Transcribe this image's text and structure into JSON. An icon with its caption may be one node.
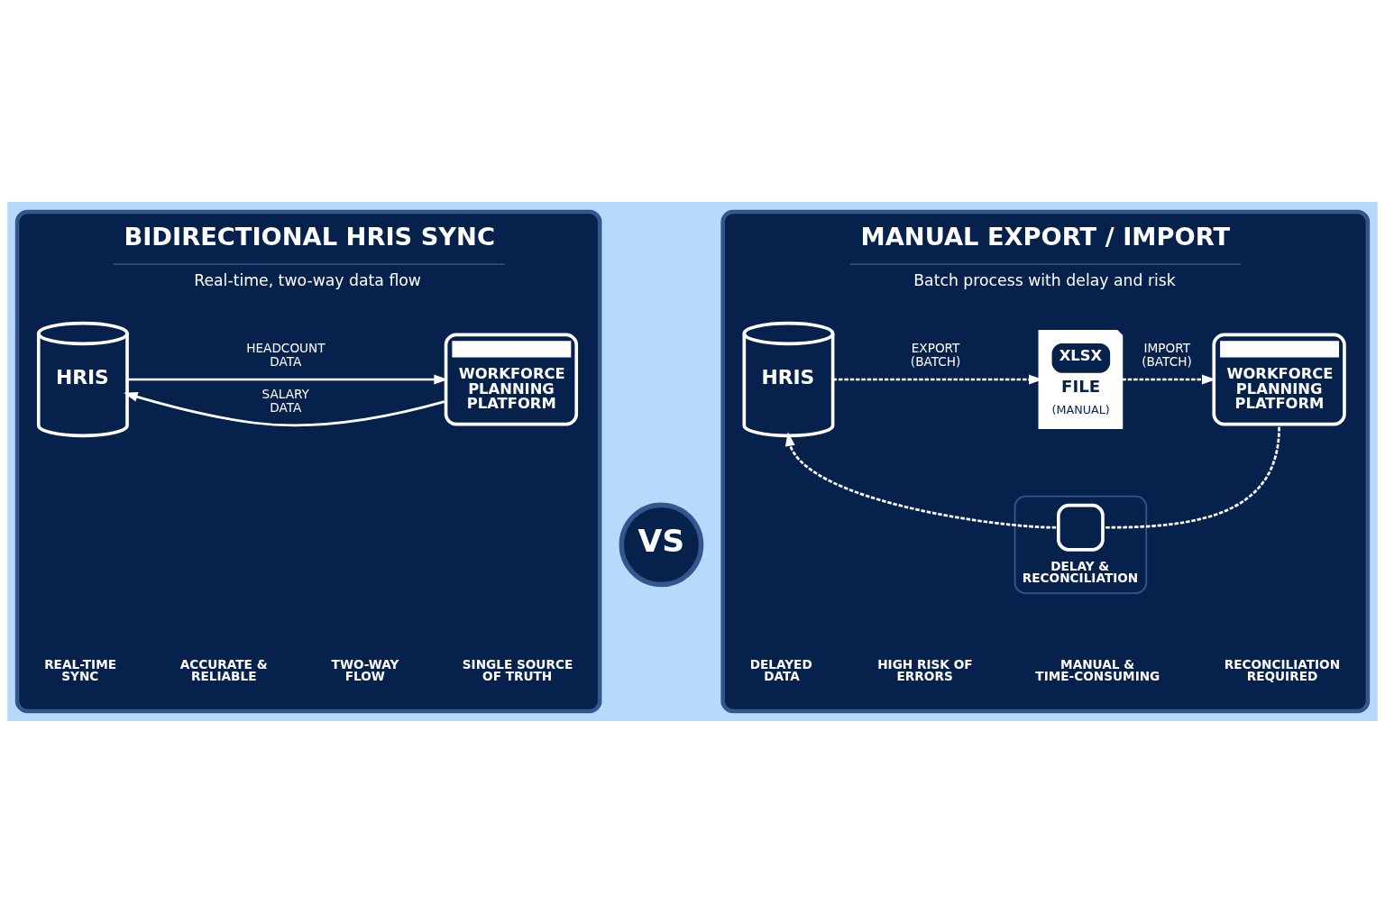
{
  "diagram": {
    "nodes": [
      {
        "text": [
          "BIDIRECTIONAL HRIS SYNC",
          "Real-time, two-way data flow"
        ]
      },
      {
        "text": [
          "HRIS"
        ],
        "in": 0
      },
      {
        "text": [
          "WORKFORCE PLANNING PLATFORM"
        ],
        "in": 0
      },
      {
        "text": [
          "REAL-TIME SYNC"
        ],
        "in": 0
      },
      {
        "text": [
          "ACCURATE & RELIABLE"
        ],
        "in": 0
      },
      {
        "text": [
          "TWO-WAY FLOW"
        ],
        "in": 0
      },
      {
        "text": [
          "SINGLE SOURCE OF TRUTH"
        ],
        "in": 0
      },
      {
        "text": [
          "VS"
        ]
      },
      {
        "text": [
          "MANUAL EXPORT / IMPORT",
          "Batch process with delay and risk"
        ]
      },
      {
        "text": [
          "HRIS"
        ],
        "in": 8
      },
      {
        "text": [
          "XLSX",
          "FILE",
          "(MANUAL)"
        ],
        "in": 8
      },
      {
        "text": [
          "WORKFORCE PLANNING PLATFORM"
        ],
        "in": 8
      },
      {
        "text": [
          "DELAY & RECONCILIATION"
        ],
        "in": 8
      },
      {
        "text": [
          "DELAYED DATA"
        ],
        "in": 8
      },
      {
        "text": [
          "HIGH RISK OF ERRORS"
        ],
        "in": 8
      },
      {
        "text": [
          "MANUAL & TIME-CONSUMING"
        ],
        "in": 8
      },
      {
        "text": [
          "RECONCILIATION REQUIRED"
        ],
        "in": 8
      }
    ],
    "edges": [
      {
        "from": 1,
        "to": 2,
        "arrow": "to",
        "label": "HEADCOUNT DATA"
      },
      {
        "from": 2,
        "to": 1,
        "arrow": "to",
        "label": "SALARY DATA"
      },
      {
        "from": 9,
        "to": 10,
        "arrow": "to",
        "label": "EXPORT (BATCH)",
        "style": "dashed"
      },
      {
        "from": 10,
        "to": 11,
        "arrow": "to",
        "label": "IMPORT (BATCH)",
        "style": "dashed"
      },
      {
        "from": 11,
        "to": 12,
        "arrow": "none",
        "style": "dashed"
      },
      {
        "from": 12,
        "to": 9,
        "arrow": "to",
        "style": "dashed"
      }
    ]
  }
}
